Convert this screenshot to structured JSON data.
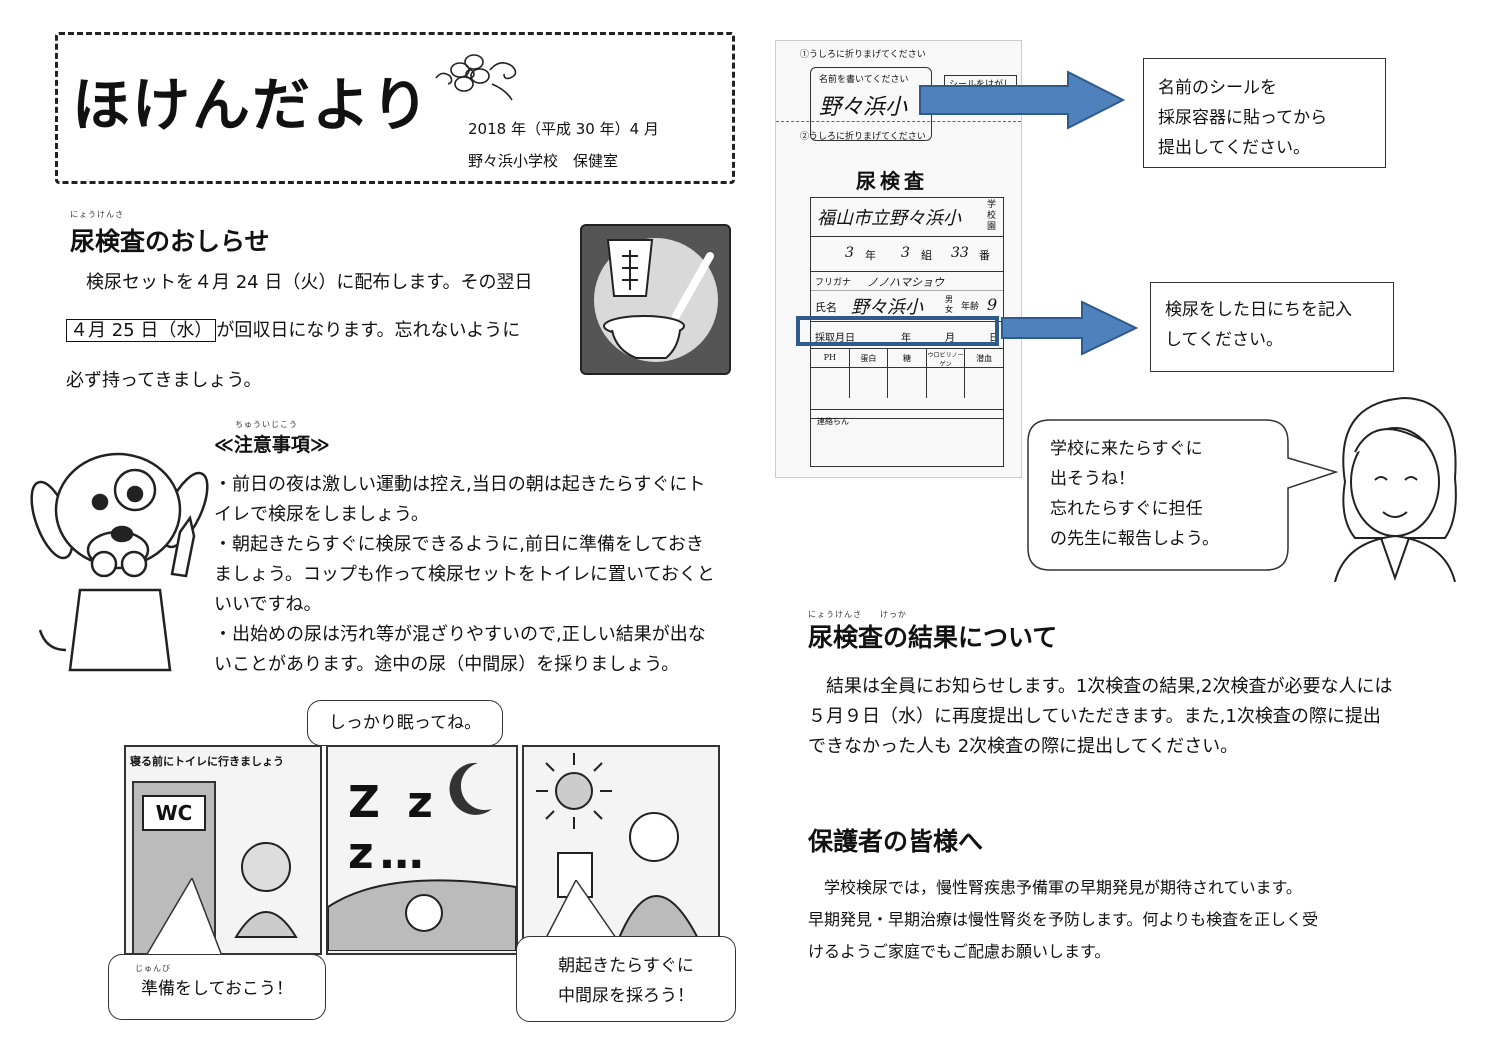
{
  "masthead": {
    "title": "ほけんだより",
    "date": "2018 年（平成 30 年）4 月",
    "school": "野々浜小学校　保健室"
  },
  "notice": {
    "heading": "尿検査のおしらせ",
    "heading_ruby": "にょうけんさ",
    "line1": "　検尿セットを４月 24 日（火）に配布します。その翌日",
    "line2_boxed": "４月 25 日（水）",
    "line2_rest": "が回収日になります。忘れないように",
    "line3": "必ず持ってきましょう。"
  },
  "cautions": {
    "heading": "≪注意事項≫",
    "heading_ruby": "ちゅういじこう",
    "lines": [
      "・前日の夜は激しい運動は控え,当日の朝は起きたらすぐにト",
      "イレで検尿をしましょう。",
      "・朝起きたらすぐに検尿できるように,前日に準備をしておき",
      "ましょう。コップも作って検尿セットをトイレに置いておくと",
      "いいですね。",
      "・出始めの尿は汚れ等が混ざりやすいので,正しい結果が出な",
      "いことがあります。途中の尿（中間尿）を採りましょう。"
    ]
  },
  "comic": {
    "panel1_caption": "寝る前にトイレに行きましょう",
    "door_sign": "WC",
    "bubble_sleep": "しっかり眠ってね。",
    "bubble_prepare": "準備をしておこう！",
    "bubble_prepare_ruby": "じゅんび",
    "bubble_morning_line1": "朝起きたらすぐに",
    "bubble_morning_line2": "中間尿を採ろう！",
    "zzz": "Z z z…"
  },
  "sample_sheet": {
    "fold_note_1": "①うしろに折りまげてください",
    "name_label": "名前を書いてください",
    "name_value": "野々浜小",
    "peel_label": "シールをはがし",
    "fold_note_2": "②うしろに折りまげてください",
    "title": "尿検査",
    "school_value": "福山市立野々浜小",
    "school_suffix": "学校園",
    "grade": "3",
    "grade_unit": "年",
    "class": "3",
    "class_unit": "組",
    "number": "33",
    "number_unit": "番",
    "furigana_label": "フリガナ",
    "furigana_value": "ノノハマショウ",
    "name2_label": "氏名",
    "name2_value": "野々浜小",
    "sex_label": "男女",
    "age_label": "年齢",
    "age_value": "9",
    "date_label": "採取月日",
    "date_year": "年",
    "date_month": "月",
    "date_day": "日",
    "table_headers": [
      "PH",
      "蛋白",
      "糖",
      "ウロビリノーゲン",
      "潜血"
    ],
    "contact_label": "連絡らん"
  },
  "callouts": {
    "sticker_line1": "名前のシールを",
    "sticker_line2": "採尿容器に貼ってから",
    "sticker_line3": "提出してください。",
    "date_line1": "検尿をした日にちを記入",
    "date_line2": "してください。"
  },
  "teacher_bubble": {
    "line1": "学校に来たらすぐに",
    "line2": "出そうね！",
    "line3": "忘れたらすぐに担任",
    "line4": "の先生に報告しよう。"
  },
  "results": {
    "heading": "尿検査の結果について",
    "heading_ruby": "にょうけんさ　　けっか",
    "lines": [
      "　結果は全員にお知らせします。1次検査の結果,2次検査が必要な人には",
      "５月９日（水）に再度提出していただきます。また,1次検査の際に提出",
      "できなかった人も 2次検査の際に提出してください。"
    ]
  },
  "guardians": {
    "heading": "保護者の皆様へ",
    "lines": [
      "　学校検尿では，慢性腎疾患予備軍の早期発見が期待されています。",
      "早期発見・早期治療は慢性腎炎を予防します。何よりも検査を正しく受",
      "けるようご家庭でもご配慮お願いします。"
    ]
  }
}
